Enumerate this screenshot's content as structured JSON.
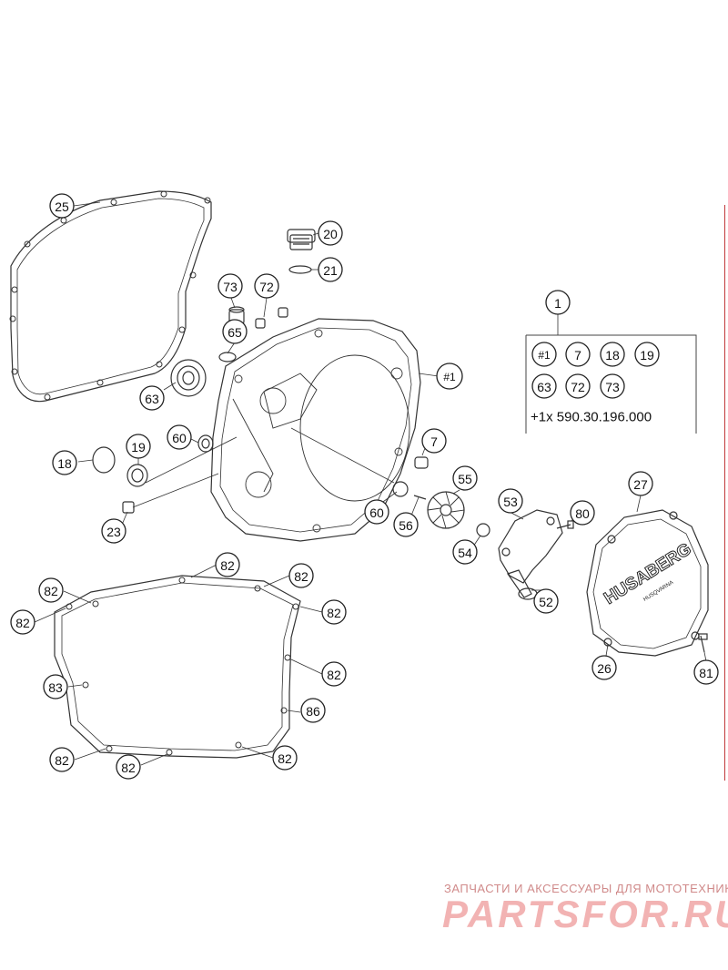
{
  "callouts": {
    "c25": "25",
    "c20": "20",
    "c21": "21",
    "c73a": "73",
    "c72a": "72",
    "c65": "65",
    "c63a": "63",
    "c60a": "60",
    "c18a": "18",
    "c19a": "19",
    "c23": "23",
    "c1": "1",
    "c7a": "7",
    "c55": "55",
    "c60b": "60",
    "c56": "56",
    "c53": "53",
    "c54": "54",
    "c52": "52",
    "c80": "80",
    "c27": "27",
    "c26": "26",
    "c81": "81",
    "c82_1": "82",
    "c82_2": "82",
    "c82_3": "82",
    "c82_4": "82",
    "c82_5": "82",
    "c82_6": "82",
    "c82_7": "82",
    "c82_8": "82",
    "c82_9": "82",
    "c83": "83",
    "c86": "86",
    "h1": "#1"
  },
  "kit": {
    "items": [
      "#1",
      "7",
      "18",
      "19",
      "63",
      "72",
      "73"
    ],
    "part_number_line": "+1x 590.30.196.000"
  },
  "cover_brand": "HUSABERG",
  "cover_subtext": "HUSQVARNA",
  "watermark": {
    "caption": "ЗАПЧАСТИ И АКСЕССУАРЫ ДЛЯ МОТОТЕХНИКИ",
    "logo": "PARTSFOR.RU"
  },
  "colors": {
    "line": "#222222",
    "accent_edge": "#c0393b",
    "watermark": "#f2b3b3"
  }
}
